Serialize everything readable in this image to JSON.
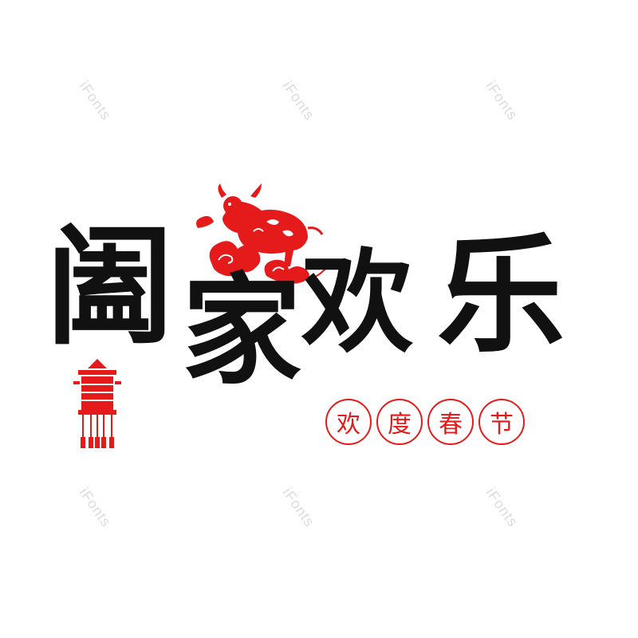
{
  "watermark": {
    "text": "iFonts"
  },
  "title": {
    "chars": [
      "阖",
      "家",
      "欢",
      "乐"
    ]
  },
  "subtitle": {
    "chars": [
      "欢",
      "度",
      "春",
      "节"
    ]
  },
  "colors": {
    "ink": "#111111",
    "festive_red": "#e51b1b",
    "watermark_gray": "#d9d9d9"
  },
  "decorations": {
    "ox_icon": "paper-cut-ox-icon",
    "lantern_icon": "red-lantern-icon"
  }
}
